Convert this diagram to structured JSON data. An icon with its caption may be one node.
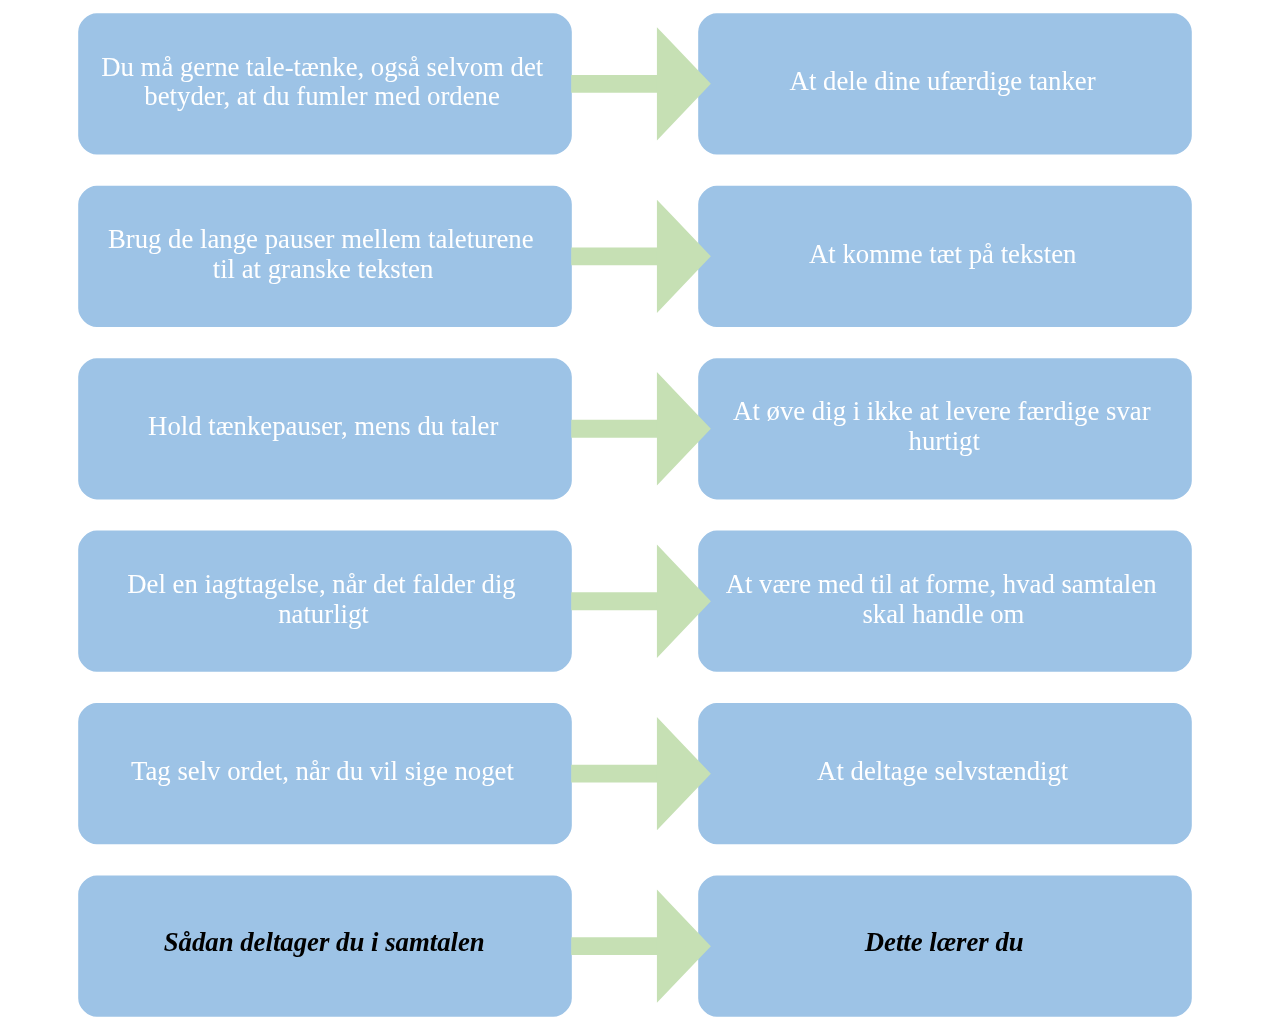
{
  "diagram": {
    "nodes": [
      {
        "text": [
          "Sådan deltager du i samtalen"
        ]
      },
      {
        "text": [
          "Dette lærer du"
        ]
      },
      {
        "text": [
          "Tag selv ordet, når du vil sige noget"
        ]
      },
      {
        "text": [
          "At deltage selvstændigt"
        ]
      },
      {
        "text": [
          "Del en iagttagelse, når det falder dig naturligt"
        ]
      },
      {
        "text": [
          "At være med til at forme, hvad samtalen skal handle om"
        ]
      },
      {
        "text": [
          "Hold tænkepauser, mens du taler"
        ]
      },
      {
        "text": [
          "At øve dig i ikke at levere færdige svar hurtigt"
        ]
      },
      {
        "text": [
          "Brug de lange pauser mellem taleturene til at granske teksten"
        ]
      },
      {
        "text": [
          "At komme tæt på teksten"
        ]
      },
      {
        "text": [
          "Du må gerne tale-tænke, også selvom det betyder, at du fumler med ordene"
        ]
      },
      {
        "text": [
          "At dele dine ufærdige tanker"
        ]
      }
    ],
    "edges": [
      {
        "from": 0,
        "to": 1,
        "arrow": "to"
      },
      {
        "from": 2,
        "to": 3,
        "arrow": "to"
      },
      {
        "from": 4,
        "to": 5,
        "arrow": "to"
      },
      {
        "from": 6,
        "to": 7,
        "arrow": "to"
      },
      {
        "from": 8,
        "to": 9,
        "arrow": "to"
      },
      {
        "from": 10,
        "to": 11,
        "arrow": "to"
      }
    ]
  }
}
